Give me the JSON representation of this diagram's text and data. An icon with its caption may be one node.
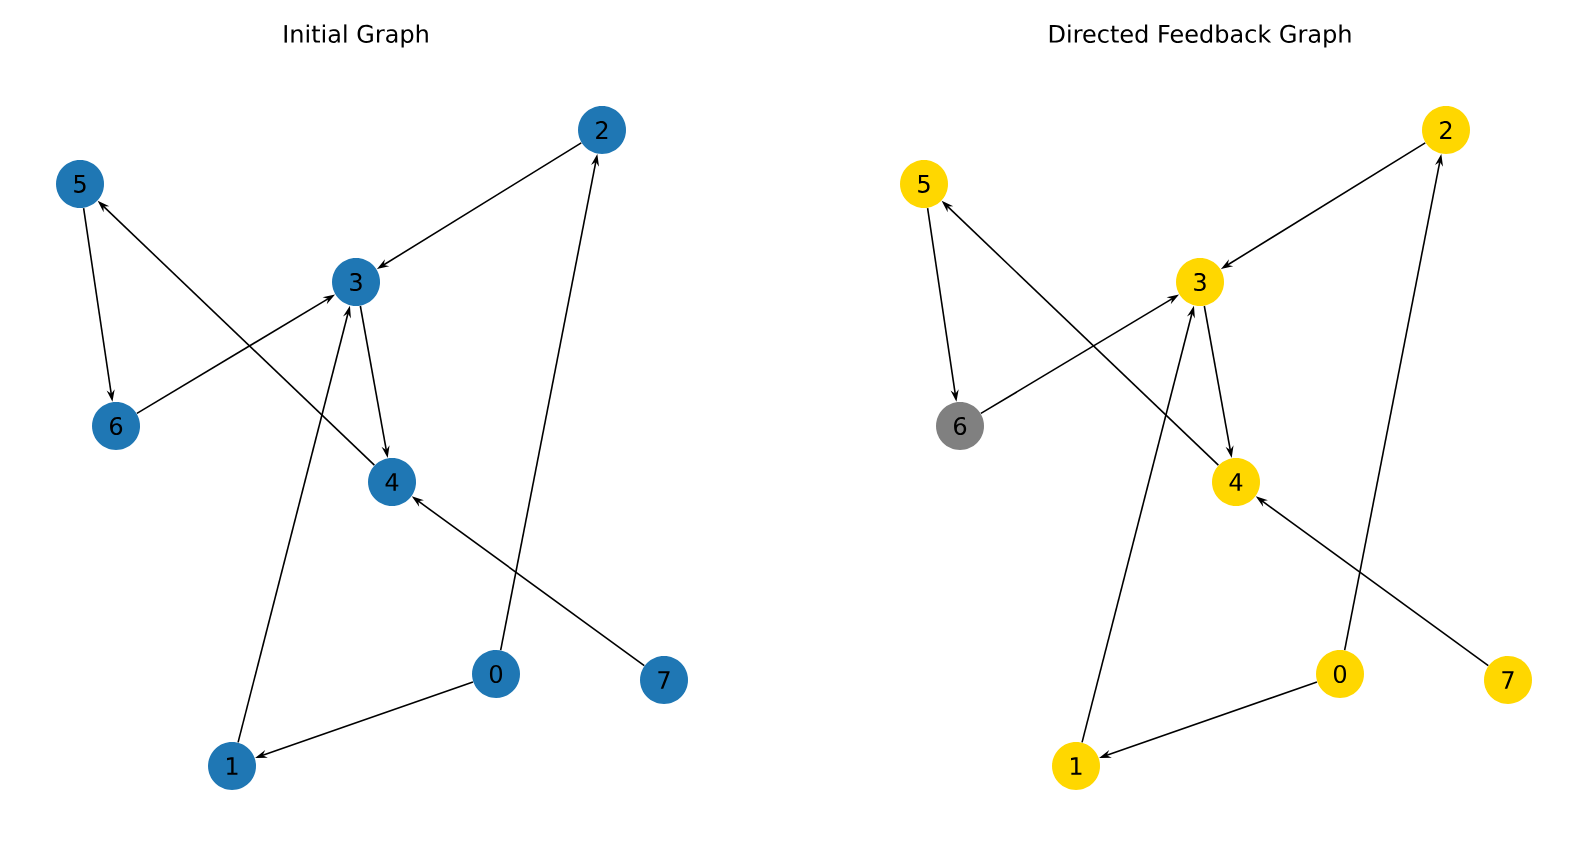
{
  "diagram": {
    "nodes": [
      {
        "text": [
          "0"
        ]
      },
      {
        "text": [
          "1"
        ]
      },
      {
        "text": [
          "2"
        ]
      },
      {
        "text": [
          "3"
        ]
      },
      {
        "text": [
          "4"
        ]
      },
      {
        "text": [
          "5"
        ]
      },
      {
        "text": [
          "6"
        ]
      },
      {
        "text": [
          "7"
        ]
      },
      {
        "text": [
          "0"
        ]
      },
      {
        "text": [
          "1"
        ]
      },
      {
        "text": [
          "2"
        ]
      },
      {
        "text": [
          "3"
        ]
      },
      {
        "text": [
          "4"
        ]
      },
      {
        "text": [
          "5"
        ]
      },
      {
        "text": [
          "6"
        ]
      },
      {
        "text": [
          "7"
        ]
      }
    ],
    "edges": [
      {
        "from": 0,
        "to": 1,
        "arrow": "to"
      },
      {
        "from": 0,
        "to": 2,
        "arrow": "to"
      },
      {
        "from": 1,
        "to": 3,
        "arrow": "to"
      },
      {
        "from": 2,
        "to": 3,
        "arrow": "to"
      },
      {
        "from": 3,
        "to": 4,
        "arrow": "to"
      },
      {
        "from": 4,
        "to": 5,
        "arrow": "to"
      },
      {
        "from": 5,
        "to": 6,
        "arrow": "to"
      },
      {
        "from": 6,
        "to": 3,
        "arrow": "to"
      },
      {
        "from": 7,
        "to": 4,
        "arrow": "to"
      },
      {
        "from": 8,
        "to": 9,
        "arrow": "to"
      },
      {
        "from": 8,
        "to": 10,
        "arrow": "to"
      },
      {
        "from": 9,
        "to": 11,
        "arrow": "to"
      },
      {
        "from": 10,
        "to": 11,
        "arrow": "to"
      },
      {
        "from": 11,
        "to": 12,
        "arrow": "to"
      },
      {
        "from": 12,
        "to": 13,
        "arrow": "to"
      },
      {
        "from": 13,
        "to": 14,
        "arrow": "to"
      },
      {
        "from": 14,
        "to": 11,
        "arrow": "to"
      },
      {
        "from": 15,
        "to": 12,
        "arrow": "to"
      }
    ],
    "labels": [
      "Initial Graph",
      "Directed Feedback Graph"
    ]
  }
}
